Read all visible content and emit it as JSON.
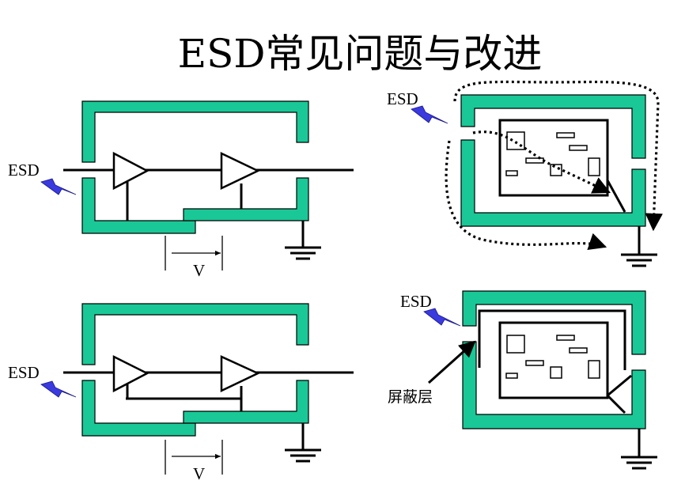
{
  "title": "ESD常见问题与改进",
  "labels": {
    "esd": "ESD",
    "voltage": "V",
    "shield_layer": "屏蔽层"
  },
  "colors": {
    "shield": "#19c896",
    "lightning": "#3a3adf"
  },
  "icons": [
    "lightning-bolt-icon",
    "ground-symbol-icon",
    "amplifier-icon",
    "dotted-arrow-icon"
  ]
}
